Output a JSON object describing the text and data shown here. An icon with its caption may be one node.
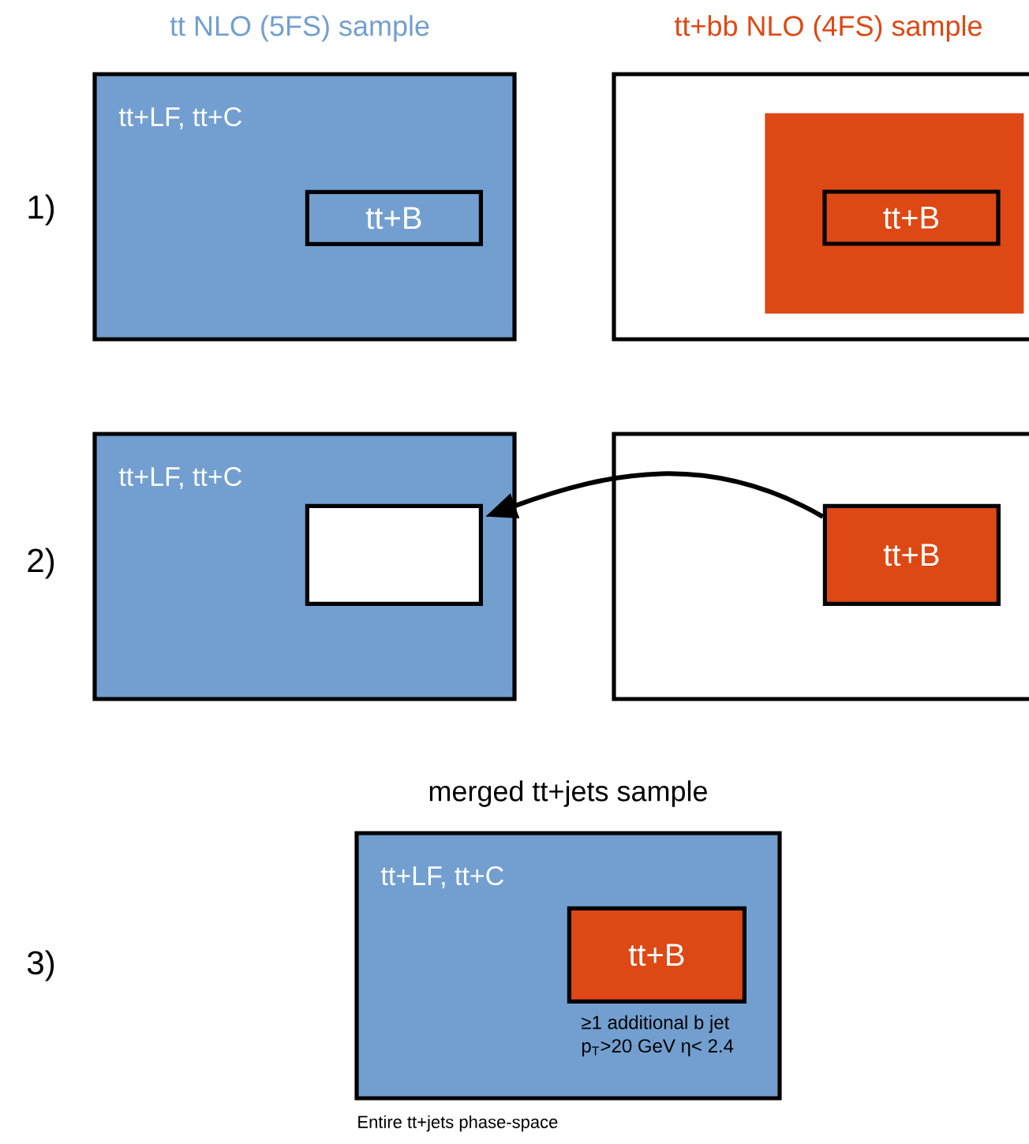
{
  "diagram": {
    "nodes": [
      {
        "text": [
          "tt+LF, tt+C"
        ]
      },
      {
        "text": [
          "tt+B"
        ],
        "in": 0
      },
      {
        "text": [],
        "shape": "box"
      },
      {
        "text": [],
        "shape": "box",
        "in": 2
      },
      {
        "text": [
          "tt+B"
        ],
        "in": 3
      },
      {
        "text": [
          "tt+LF, tt+C"
        ]
      },
      {
        "text": [],
        "shape": "box",
        "in": 5
      },
      {
        "text": [],
        "shape": "box"
      },
      {
        "text": [
          "tt+B"
        ],
        "in": 7
      },
      {
        "text": [
          "merged tt+jets sample",
          "tt+LF, tt+C"
        ],
        "beside": [
          "Entire tt+jets phase-space"
        ]
      },
      {
        "text": [
          "tt+B"
        ],
        "in": 9,
        "beside": [
          "≥1 additional b jet",
          "p$_{T}$>20 GeV η< 2.4"
        ]
      }
    ],
    "edges": [
      {
        "from": 8,
        "to": 6,
        "arrow": "to"
      }
    ],
    "labels": [
      "tt NLO (5FS) sample",
      "tt+bb NLO (4FS) sample",
      "1)",
      "2)",
      "3)"
    ]
  }
}
